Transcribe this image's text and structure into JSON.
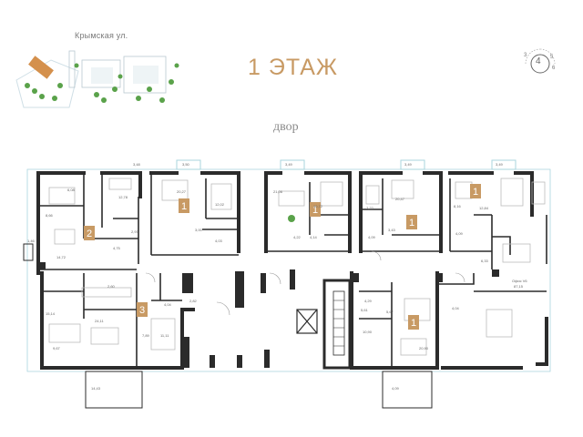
{
  "header": {
    "street": "Крымская ул.",
    "floor_title": "1 ЭТАЖ",
    "yard_label": "двор",
    "compass_value": "4",
    "compass_marks": [
      "3",
      "5",
      "6"
    ]
  },
  "colors": {
    "accent": "#c89a64",
    "wall": "#2b2b2b",
    "glass": "#a9d4de",
    "tree": "#5aa24a",
    "map_building": "#d4904c"
  },
  "apartments": [
    {
      "rooms": "2"
    },
    {
      "rooms": "1"
    },
    {
      "rooms": "1"
    },
    {
      "rooms": "1"
    },
    {
      "rooms": "1"
    },
    {
      "rooms": "3"
    },
    {
      "rooms": "1"
    }
  ],
  "areas": [
    "3,50",
    "3,49",
    "3,49",
    "3,49",
    "3,48",
    "6,08",
    "12,78",
    "20,27",
    "12,02",
    "21,06",
    "10,72",
    "7,22",
    "20,47",
    "8,16",
    "12,84",
    "8,66",
    "14,72",
    "4,75",
    "4,03",
    "5,61",
    "4,22",
    "4,14",
    "2,97",
    "4,09",
    "3,43",
    "4,09",
    "6,33",
    "1,46",
    "3,00",
    "15,14",
    "24,11",
    "9,67",
    "2,60",
    "4,04",
    "2,82",
    "7,89",
    "11,11",
    "4,29",
    "5,67",
    "4,04",
    "14,43",
    "20,90",
    "4,09",
    "10,90",
    "Офис V6",
    "87,15"
  ],
  "icons": [
    "site-map-icon",
    "compass-icon",
    "tree-icon",
    "balcony-icon",
    "stair-icon",
    "elevator-icon"
  ]
}
